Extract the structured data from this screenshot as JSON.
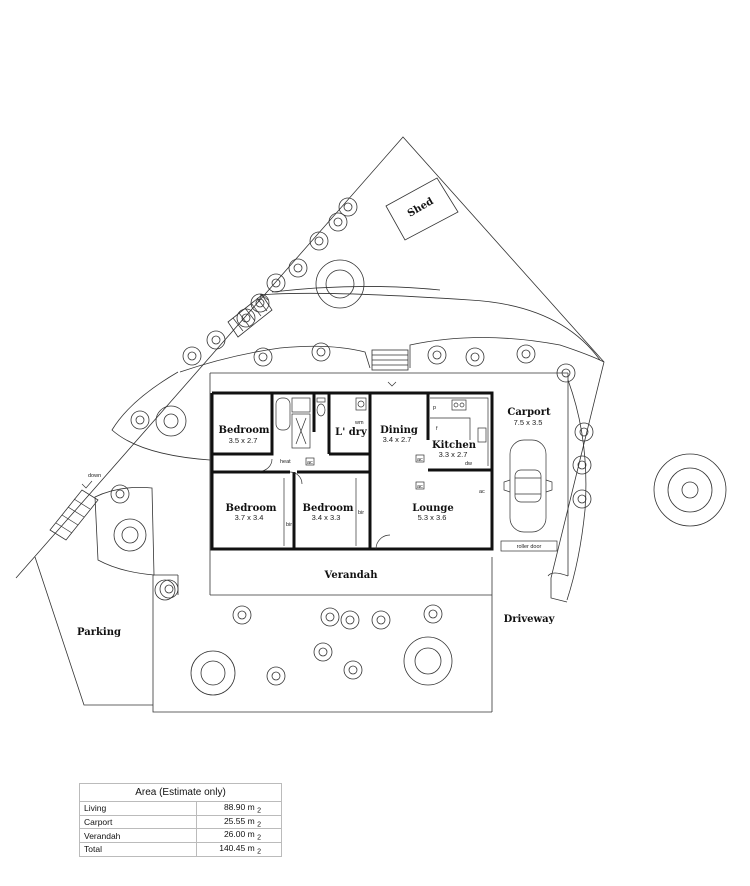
{
  "rooms": {
    "bedroom1": {
      "name": "Bedroom",
      "size": "3.5 x 2.7"
    },
    "laundry": {
      "name": "L' dry"
    },
    "dining": {
      "name": "Dining",
      "size": "3.4 x 2.7"
    },
    "kitchen": {
      "name": "Kitchen",
      "size": "3.3 x 2.7"
    },
    "carport": {
      "name": "Carport",
      "size": "7.5 x 3.5"
    },
    "bedroom2": {
      "name": "Bedroom",
      "size": "3.7 x 3.4"
    },
    "bedroom3": {
      "name": "Bedroom",
      "size": "3.4 x 3.3"
    },
    "lounge": {
      "name": "Lounge",
      "size": "5.3 x 3.6"
    }
  },
  "outdoor": {
    "shed": "Shed",
    "verandah": "Verandah",
    "parking": "Parking",
    "driveway": "Driveway",
    "down": "down",
    "roller_door": "roller door"
  },
  "fixtures": {
    "heat": "heat",
    "ac": "ac",
    "bir": "bir",
    "wm": "wm",
    "dw": "dw",
    "fridge": "f",
    "pantry": "p"
  },
  "area": {
    "title": "Area (Estimate only)",
    "unit": "m",
    "unit_sup": "2",
    "rows": [
      {
        "label": "Living",
        "value": "88.90"
      },
      {
        "label": "Carport",
        "value": "25.55"
      },
      {
        "label": "Verandah",
        "value": "26.00"
      },
      {
        "label": "Total",
        "value": "140.45"
      }
    ]
  }
}
